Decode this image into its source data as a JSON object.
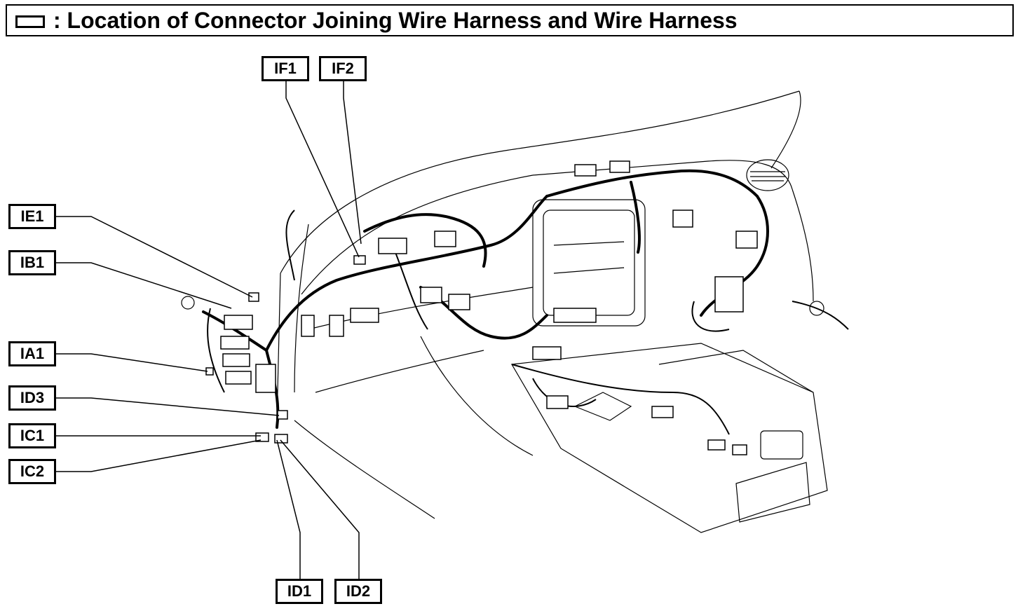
{
  "title": ": Location of Connector Joining Wire Harness and Wire Harness",
  "icons": {
    "title_icon": "rectangle-outline-icon"
  },
  "connector_labels": [
    {
      "id": "IF1"
    },
    {
      "id": "IF2"
    },
    {
      "id": "IE1"
    },
    {
      "id": "IB1"
    },
    {
      "id": "IA1"
    },
    {
      "id": "ID3"
    },
    {
      "id": "IC1"
    },
    {
      "id": "IC2"
    },
    {
      "id": "ID1"
    },
    {
      "id": "ID2"
    }
  ]
}
